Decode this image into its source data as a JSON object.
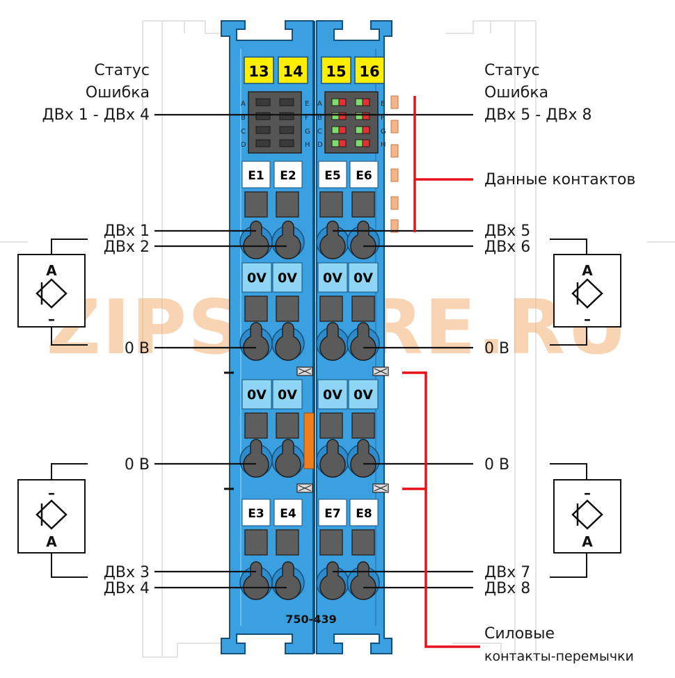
{
  "watermark": "ZIPSCORE.RU",
  "module": {
    "model": "750-439",
    "top_numbers": [
      "13",
      "14",
      "15",
      "16"
    ],
    "led_letters_left": [
      "A",
      "B",
      "C",
      "D"
    ],
    "led_letters_right": [
      "E",
      "F",
      "G",
      "H"
    ],
    "terminal_tags_upper_left": [
      "E1",
      "E2"
    ],
    "terminal_tags_upper_right": [
      "E5",
      "E6"
    ],
    "terminal_tags_lower_left": [
      "E3",
      "E4"
    ],
    "terminal_tags_lower_right": [
      "E7",
      "E8"
    ],
    "ov_label": "0V"
  },
  "labels": {
    "left_status_line1": "Статус",
    "left_status_line2": "Ошибка",
    "left_status_line3": "ДВх 1 - ДВх 4",
    "right_status_line1": "Статус",
    "right_status_line2": "Ошибка",
    "right_status_line3": "ДВх 5 - ДВх 8",
    "contact_data": "Данные контактов",
    "din1": "ДВх 1",
    "din2": "ДВх 2",
    "din3": "ДВх 3",
    "din4": "ДВх 4",
    "din5": "ДВх 5",
    "din6": "ДВх 6",
    "din7": "ДВх 7",
    "din8": "ДВх 8",
    "zero_v_left_upper": "0 В",
    "zero_v_right_upper": "0 В",
    "zero_v_left_lower": "0 В",
    "zero_v_right_lower": "0 В",
    "power_jumper_line1": "Силовые",
    "power_jumper_line2": "контакты-перемычки"
  },
  "sensors": {
    "upper_a": "A",
    "upper_dash": "–",
    "lower_dash": "–",
    "lower_a": "A"
  },
  "colors": {
    "module_blue": "#3ba0e0",
    "number_yellow": "#ffee00",
    "jumper_red": "#e8101a",
    "led_green": "#7ddc6c",
    "led_red": "#e43030",
    "side_contact": "#f4b58a",
    "watermark": "#f2b074"
  }
}
